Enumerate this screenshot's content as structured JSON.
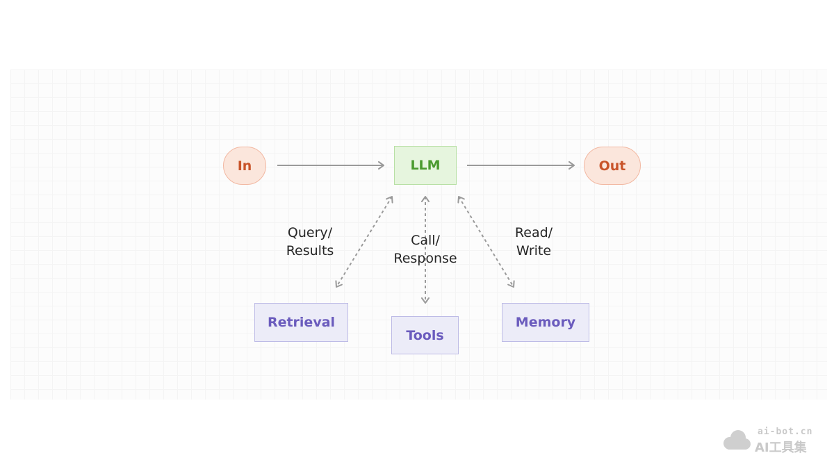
{
  "diagram": {
    "nodes": {
      "in": "In",
      "llm": "LLM",
      "out": "Out",
      "retrieval": "Retrieval",
      "tools": "Tools",
      "memory": "Memory"
    },
    "edge_labels": {
      "query_line1": "Query/",
      "query_line2": "Results",
      "call_line1": "Call/",
      "call_line2": "Response",
      "read_line1": "Read/",
      "read_line2": "Write"
    }
  },
  "watermark": {
    "url": "ai-bot.cn",
    "name": "AI工具集"
  },
  "colors": {
    "io_fill": "#fbe6dc",
    "io_text": "#c9542a",
    "llm_fill": "#e6f5de",
    "llm_text": "#4a9a2e",
    "component_fill": "#ececf8",
    "component_text": "#6a5bbd",
    "arrow": "#9a9a9a"
  }
}
